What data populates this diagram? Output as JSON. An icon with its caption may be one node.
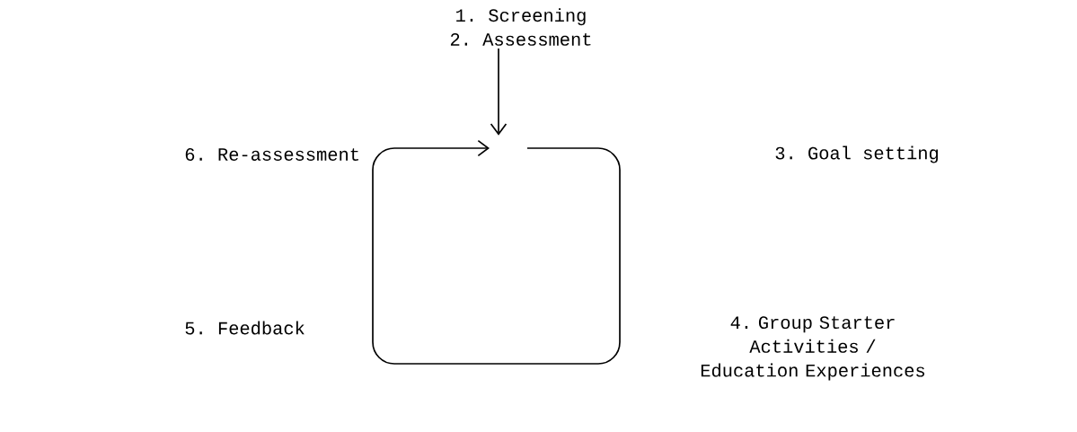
{
  "diagram": {
    "nodes": [
      {
        "text": [
          "1. Screening",
          "2. Assessment"
        ]
      },
      {
        "text": [],
        "shape": "loop"
      }
    ],
    "edges": [
      {
        "from": 0,
        "to": 1,
        "arrow": "to"
      }
    ],
    "labels": [
      "6. Re-assessment",
      "3. Goal setting",
      "5. Feedback",
      "4. Group Starter Activities / Education Experiences"
    ]
  }
}
